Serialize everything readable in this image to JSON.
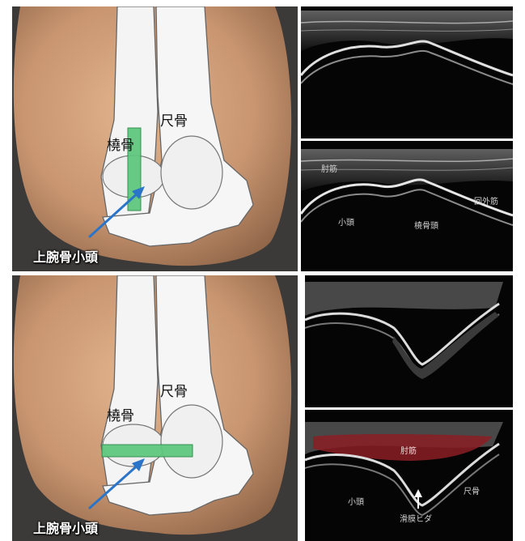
{
  "top": {
    "photo": {
      "labels": {
        "ulna": "尺骨",
        "radius": "橈骨",
        "capitellum": "上腕骨小頭"
      },
      "probe_orientation": "longitudinal",
      "probe_color": "#5fc77f",
      "arrow_color": "#2a74c9"
    },
    "us_upper": {
      "labels": []
    },
    "us_lower": {
      "labels": {
        "anconeus": "肘筋",
        "capitellum": "小頭",
        "radial_head": "橈骨頭",
        "supinator": "回外筋"
      }
    }
  },
  "bottom": {
    "photo": {
      "labels": {
        "ulna": "尺骨",
        "radius": "橈骨",
        "capitellum": "上腕骨小頭"
      },
      "probe_orientation": "transverse",
      "probe_color": "#5fc77f",
      "arrow_color": "#2a74c9"
    },
    "us_upper": {
      "labels": []
    },
    "us_lower": {
      "labels": {
        "anconeus": "肘筋",
        "capitellum": "小頭",
        "ulna": "尺骨",
        "synovial_fold": "滑膜ヒダ"
      },
      "highlight_color": "#8c1f24"
    }
  }
}
